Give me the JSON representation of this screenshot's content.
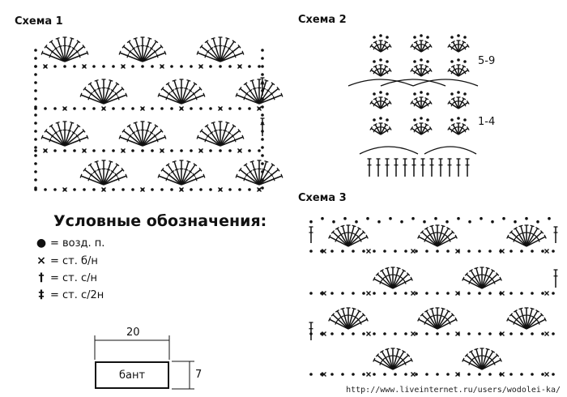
{
  "scheme1": {
    "label": "Схема 1"
  },
  "scheme2": {
    "label": "Схема 2",
    "rows_top": "5-9",
    "rows_bottom": "1-4"
  },
  "scheme3": {
    "label": "Схема 3"
  },
  "legend": {
    "title": "Условные обозначения:",
    "items": [
      {
        "symbol": "●",
        "icon": "chain-stitch-icon",
        "text": "= возд. п."
      },
      {
        "symbol": "×",
        "icon": "single-crochet-icon",
        "text": "= ст. б/н"
      },
      {
        "symbol": "†",
        "icon": "double-crochet-icon",
        "text": "= ст. с/н"
      },
      {
        "symbol": "‡",
        "icon": "half-double-crochet-icon",
        "text": "= ст. с/2н"
      }
    ]
  },
  "bow": {
    "label": "бант",
    "width": "20",
    "height": "7"
  },
  "watermark": "http://www.liveinternet.ru/users/wodolei-ka/"
}
